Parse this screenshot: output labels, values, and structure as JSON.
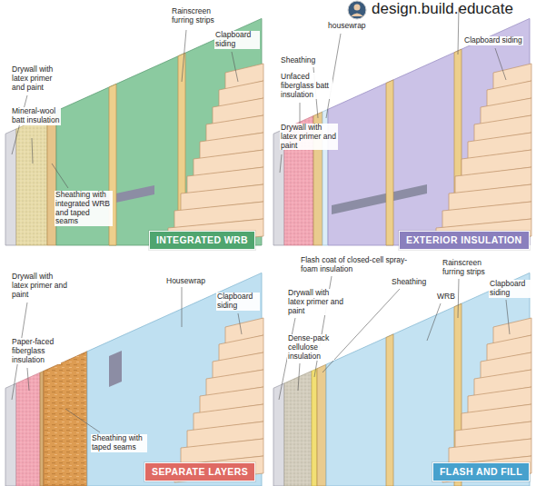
{
  "diagram": {
    "nodes": [
      {
        "text": [
          "INTEGRATED WRB"
        ]
      },
      {
        "text": [
          "EXTERIOR INSULATION"
        ]
      },
      {
        "text": [
          "SEPARATE LAYERS"
        ]
      },
      {
        "text": [
          "FLASH AND FILL"
        ]
      }
    ],
    "labels": [
      "design.build.educate",
      "Drywall with latex primer and paint",
      "Mineral-wool batt insulation",
      "Rainscreen furring strips",
      "Clapboard siding",
      "Sheathing with integrated WRB and taped seams",
      "housewrap",
      "Sheathing",
      "Unfaced fiberglass batt insulation",
      "Drywall with latex primer and paint",
      "Clapboard siding",
      "Drywall with latex primer and paint",
      "Paper-faced fiberglass insulation",
      "Housewrap",
      "Clapboard siding",
      "Sheathing with taped seams",
      "Flash coat of closed-cell spray-foam insulation",
      "Sheathing",
      "Drywall with latex primer and paint",
      "Dense-pack cellulose insulation",
      "Rainscreen furring strips",
      "WRB",
      "Clapboard siding"
    ]
  }
}
